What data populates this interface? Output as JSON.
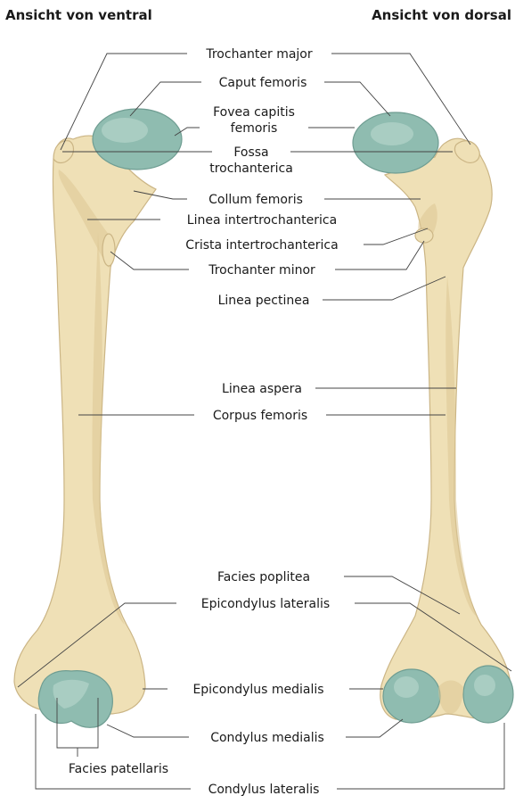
{
  "views": {
    "ventral": "Ansicht von ventral",
    "dorsal": "Ansicht von dorsal"
  },
  "labels": {
    "trochanter_major": "Trochanter major",
    "caput_femoris": "Caput femoris",
    "fovea_line1": "Fovea capitis",
    "fovea_line2": "femoris",
    "fossa_line1": "Fossa",
    "fossa_line2": "trochanterica",
    "collum_femoris": "Collum femoris",
    "linea_intertrochanterica": "Linea intertrochanterica",
    "crista_intertrochanterica": "Crista intertrochanterica",
    "trochanter_minor": "Trochanter minor",
    "linea_pectinea": "Linea pectinea",
    "linea_aspera": "Linea aspera",
    "corpus_femoris": "Corpus femoris",
    "facies_poplitea": "Facies poplitea",
    "epicondylus_lateralis": "Epicondylus lateralis",
    "epicondylus_medialis": "Epicondylus medialis",
    "condylus_medialis": "Condylus medialis",
    "facies_patellaris": "Facies patellaris",
    "condylus_lateralis": "Condylus lateralis"
  },
  "colors": {
    "bone": "#efe0b6",
    "cartilage": "#8fbcb0",
    "leader": "#444444"
  }
}
